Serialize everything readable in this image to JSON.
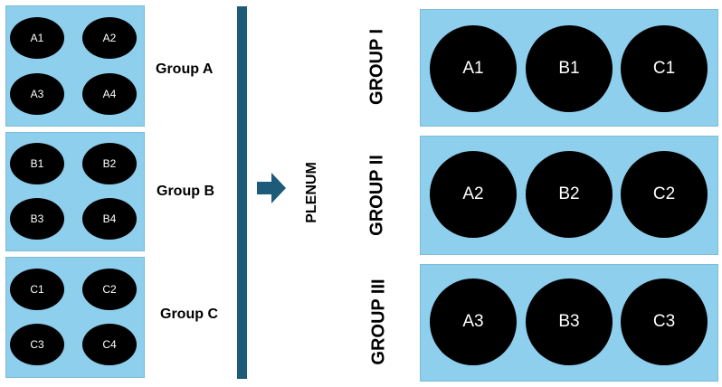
{
  "left_groups": [
    {
      "label": "Group A",
      "items": [
        "A1",
        "A2",
        "A3",
        "A4"
      ]
    },
    {
      "label": "Group B",
      "items": [
        "B1",
        "B2",
        "B3",
        "B4"
      ]
    },
    {
      "label": "Group C",
      "items": [
        "C1",
        "C2",
        "C3",
        "C4"
      ]
    }
  ],
  "plenum_label": "PLENUM",
  "right_groups": [
    {
      "label": "GROUP I",
      "items": [
        "A1",
        "B1",
        "C1"
      ]
    },
    {
      "label": "GROUP II",
      "items": [
        "A2",
        "B2",
        "C2"
      ]
    },
    {
      "label": "GROUP III",
      "items": [
        "A3",
        "B3",
        "C3"
      ]
    }
  ],
  "colors": {
    "panel": "#8ecfed",
    "circle": "#000000",
    "bar": "#1d5b7a",
    "arrow": "#1d5b7a"
  },
  "icons": {
    "arrow": "right-arrow-icon"
  }
}
